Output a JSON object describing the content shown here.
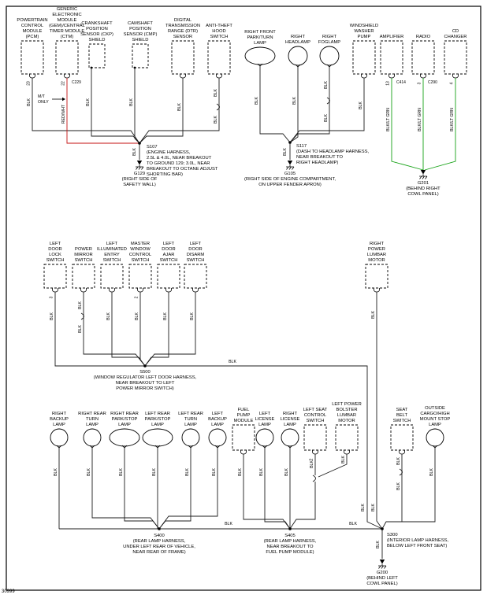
{
  "page": {
    "corner_id": "30999"
  },
  "colors": {
    "wire": "#1c1c1c",
    "red": "#c41212",
    "green": "#16a216",
    "text": "#000000",
    "bg": "#ffffff"
  },
  "labels": {
    "blk": "BLK",
    "mt_only": [
      "M/T",
      "ONLY"
    ]
  },
  "components": [
    {
      "name": "powertrain-control-module",
      "lines": [
        "POWERTRAIN",
        "CONTROL",
        "MODULE",
        "(PCM)"
      ],
      "pin": "23",
      "wire_label": "BLK"
    },
    {
      "name": "gem-central-timer-module",
      "lines": [
        "GENERIC",
        "ELECTRONIC",
        "MODULE",
        "(GEM)/CENTRAL",
        "TIMER MODULE",
        "(CTM)"
      ],
      "pin": "22",
      "connector": "C229",
      "wire_label": "RED/WHT"
    },
    {
      "name": "crankshaft-position-sensor-shield",
      "lines": [
        "CRANKSHAFT",
        "POSITION",
        "SENSOR (CKP)",
        "SHIELD"
      ],
      "wire_label": "BLK"
    },
    {
      "name": "camshaft-position-sensor-shield",
      "lines": [
        "CAMSHAFT",
        "POSITION",
        "SENSOR (CMP)",
        "SHIELD"
      ],
      "wire_label": "BLK"
    },
    {
      "name": "digital-transmission-range-sensor",
      "lines": [
        "DIGITAL",
        "TRANSMISSION",
        "RANGE (DTR)",
        "SENSOR"
      ],
      "wire_label": "BLK"
    },
    {
      "name": "anti-theft-hood-switch",
      "lines": [
        "ANTI-THEFT",
        "HOOD",
        "SWITCH"
      ],
      "wire_label": "BLK"
    },
    {
      "name": "right-front-park-turn-lamp",
      "lines": [
        "RIGHT FRONT",
        "PARK/TURN",
        "LAMP"
      ],
      "wire_label": "BLK"
    },
    {
      "name": "right-headlamp",
      "lines": [
        "RIGHT",
        "HEADLAMP"
      ],
      "wire_label": "BLK"
    },
    {
      "name": "right-foglamp",
      "lines": [
        "RIGHT",
        "FOGLAMP"
      ],
      "wire_label": "BLK"
    },
    {
      "name": "windshield-washer-pump",
      "lines": [
        "WINDSHIELD",
        "WASHER",
        "PUMP"
      ],
      "wire_label": "BLK"
    },
    {
      "name": "amplifier",
      "lines": [
        "AMPLIFIER"
      ],
      "pin": "13",
      "connector": "C414",
      "wire_label": "BLK/LT GRN"
    },
    {
      "name": "radio",
      "lines": [
        "RADIO"
      ],
      "pin": "3",
      "connector": "C290",
      "wire_label": "BLK/LT GRN"
    },
    {
      "name": "cd-changer",
      "lines": [
        "CD",
        "CHANGER"
      ],
      "pin": "4",
      "wire_label": "BLK/LT GRN"
    },
    {
      "name": "left-door-lock-switch",
      "lines": [
        "LEFT",
        "DOOR",
        "LOCK",
        "SWITCH"
      ],
      "pin": "3",
      "wire_label": "BLK"
    },
    {
      "name": "power-mirror-switch",
      "lines": [
        "POWER",
        "MIRROR",
        "SWITCH"
      ],
      "wire_label": "BLK"
    },
    {
      "name": "left-illuminated-entry-switch",
      "lines": [
        "LEFT",
        "ILLUMINATED",
        "ENTRY",
        "SWITCH"
      ],
      "wire_label": "BLK"
    },
    {
      "name": "master-window-control-switch",
      "lines": [
        "MASTER",
        "WINDOW",
        "CONTROL",
        "SWITCH"
      ],
      "pin": "2",
      "wire_label": "BLK"
    },
    {
      "name": "left-door-ajar-switch",
      "lines": [
        "LEFT",
        "DOOR",
        "AJAR",
        "SWITCH"
      ],
      "wire_label": "BLK"
    },
    {
      "name": "left-door-disarm-switch",
      "lines": [
        "LEFT",
        "DOOR",
        "DISARM",
        "SWITCH"
      ],
      "wire_label": "BLK"
    },
    {
      "name": "right-power-lumbar-motor",
      "lines": [
        "RIGHT",
        "POWER",
        "LUMBAR",
        "MOTOR"
      ],
      "wire_label": "BLK"
    },
    {
      "name": "right-backup-lamp",
      "lines": [
        "RIGHT",
        "BACKUP",
        "LAMP"
      ],
      "wire_label": "BLK"
    },
    {
      "name": "right-rear-turn-lamp",
      "lines": [
        "RIGHT REAR",
        "TURN",
        "LAMP"
      ],
      "wire_label": "BLK"
    },
    {
      "name": "right-rear-park-stop-lamp",
      "lines": [
        "RIGHT REAR",
        "PARK/STOP",
        "LAMP"
      ],
      "wire_label": "BLK"
    },
    {
      "name": "left-rear-park-stop-lamp",
      "lines": [
        "LEFT REAR",
        "PARK/STOP",
        "LAMP"
      ],
      "wire_label": "BLK"
    },
    {
      "name": "left-rear-turn-lamp",
      "lines": [
        "LEFT REAR",
        "TURN",
        "LAMP"
      ],
      "wire_label": "BLK"
    },
    {
      "name": "left-backup-lamp",
      "lines": [
        "LEFT",
        "BACKUP",
        "LAMP"
      ],
      "wire_label": "BLK"
    },
    {
      "name": "fuel-pump-module",
      "lines": [
        "FUEL",
        "PUMP",
        "MODULE"
      ],
      "wire_label": "BLK"
    },
    {
      "name": "left-license-lamp",
      "lines": [
        "LEFT",
        "LICENSE",
        "LAMP"
      ],
      "wire_label": "BLK"
    },
    {
      "name": "right-license-lamp",
      "lines": [
        "RIGHT",
        "LICENSE",
        "LAMP"
      ],
      "wire_label": "BLK"
    },
    {
      "name": "left-seat-control-switch",
      "lines": [
        "LEFT SEAT",
        "CONTROL",
        "SWITCH"
      ],
      "pin": "2",
      "wire_label": "BLK"
    },
    {
      "name": "left-power-bolster-lumbar-motor",
      "lines": [
        "LEFT POWER",
        "BOLSTER",
        "LUMBAR",
        "MOTOR"
      ],
      "wire_label": "BLK"
    },
    {
      "name": "seat-belt-switch",
      "lines": [
        "SEAT",
        "BELT",
        "SWITCH"
      ],
      "wire_label": "BLK"
    },
    {
      "name": "outside-cargo-high-mount-stop-lamp",
      "lines": [
        "OUTSIDE",
        "CARGO/HIGH",
        "MOUNT STOP",
        "LAMP"
      ],
      "wire_label": "BLK"
    }
  ],
  "junctions": [
    {
      "id": "S107",
      "lines": [
        "S107",
        "(ENGINE HARNESS,",
        "2.5L & 4.0L, NEAR BREAKOUT",
        "TO GROUND 129; 3.0L, NEAR",
        "BREAKOUT TO OCTANE ADJUST",
        "SHORTING BAR)"
      ]
    },
    {
      "id": "S117",
      "lines": [
        "S117",
        "(DASH TO HEADLAMP HARNESS,",
        "NEAR BREAKOUT TO",
        "RIGHT HEADLAMP)"
      ]
    },
    {
      "id": "S500",
      "lines": [
        "S500",
        "(WINDOW REGULATOR LEFT DOOR HARNESS,",
        "NEAR BREAKOUT TO LEFT",
        "POWER MIRROR SWITCH)"
      ]
    },
    {
      "id": "S400",
      "lines": [
        "S400",
        "(REAR LAMP HARNESS,",
        "UNDER LEFT REAR OF VEHICLE,",
        "NEAR REAR OF FRAME)"
      ]
    },
    {
      "id": "S405",
      "lines": [
        "S405",
        "(REAR LAMP HARNESS,",
        "NEAR BREAKOUT TO",
        "FUEL PUMP MODULE)"
      ]
    },
    {
      "id": "S300",
      "lines": [
        "S300",
        "(INTERIOR LAMP HARNESS,",
        "BELOW LEFT FRONT SEAT)"
      ]
    }
  ],
  "grounds": [
    {
      "id": "G129",
      "lines": [
        "G129",
        "(RIGHT SIDE OF",
        "SAFETY WALL)"
      ]
    },
    {
      "id": "G105",
      "lines": [
        "G105",
        "(RIGHT SIDE OF ENGINE COMPARTMENT,",
        "ON UPPER FENDER APRON)"
      ]
    },
    {
      "id": "G201",
      "lines": [
        "G201",
        "(BEHIND RIGHT",
        "COWL PANEL)"
      ]
    },
    {
      "id": "G200",
      "lines": [
        "G200",
        "(BEHIND LEFT",
        "COWL PANEL)"
      ]
    }
  ]
}
